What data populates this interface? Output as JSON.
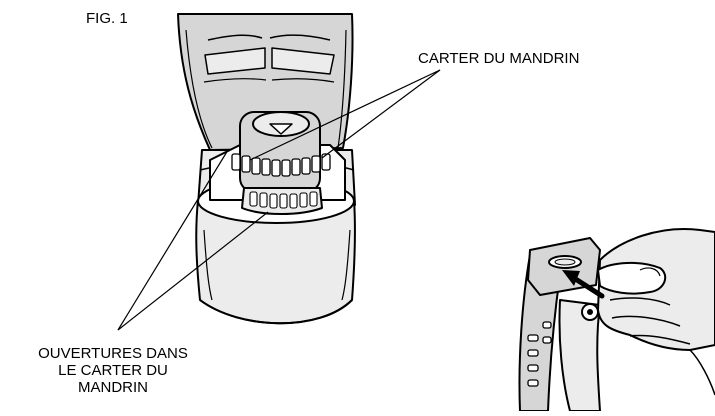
{
  "figure": {
    "number_label": "FIG. 1"
  },
  "callouts": {
    "chuck_housing": "CARTER DU MANDRIN",
    "openings_line1": "OUVERTURES DANS",
    "openings_line2": "LE CARTER DU",
    "openings_line3": "MANDRIN"
  },
  "icons": [
    "drill-body-illustration",
    "chuck-gear-illustration",
    "chuck-key-in-hand-illustration",
    "insert-arrow-icon"
  ],
  "colors": {
    "ink": "#000000",
    "shade": "#d6d6d6",
    "light_shade": "#ececec",
    "paper": "#ffffff"
  }
}
